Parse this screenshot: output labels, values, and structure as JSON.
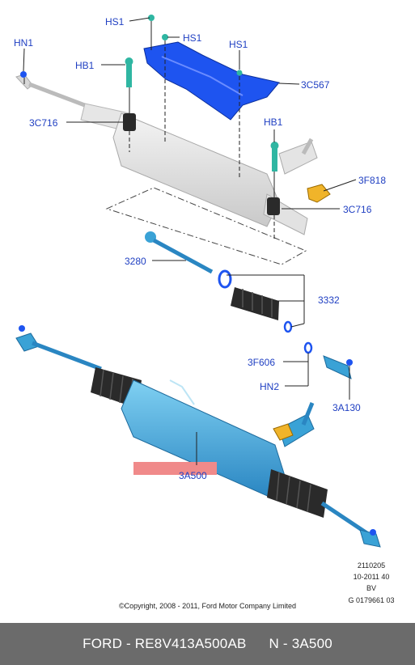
{
  "labels": {
    "hs1_a": "HS1",
    "hs1_b": "HS1",
    "hs1_c": "HS1",
    "hn1": "HN1",
    "hb1_a": "HB1",
    "hb1_b": "HB1",
    "c567": "3C567",
    "c716_a": "3C716",
    "c716_b": "3C716",
    "f818": "3F818",
    "p3280": "3280",
    "p3332": "3332",
    "f606": "3F606",
    "hn2": "HN2",
    "a130": "3A130",
    "a500": "3A500"
  },
  "meta": {
    "line1": "2110205",
    "line2": "10-2011 40",
    "line3": "BV",
    "line4": "G 0179661 03"
  },
  "copyright": "©Copyright, 2008 - 2011, Ford Motor Company Limited",
  "footer": {
    "part": "FORD - RE8V413A500AB",
    "ref": "N - 3A500"
  },
  "colors": {
    "label": "#1f3fc2",
    "part_blue": "#1e54f0",
    "rack_blue": "#3aa2d6",
    "highlight": "#f08a8a",
    "footer_bg": "#6b6b6b"
  }
}
